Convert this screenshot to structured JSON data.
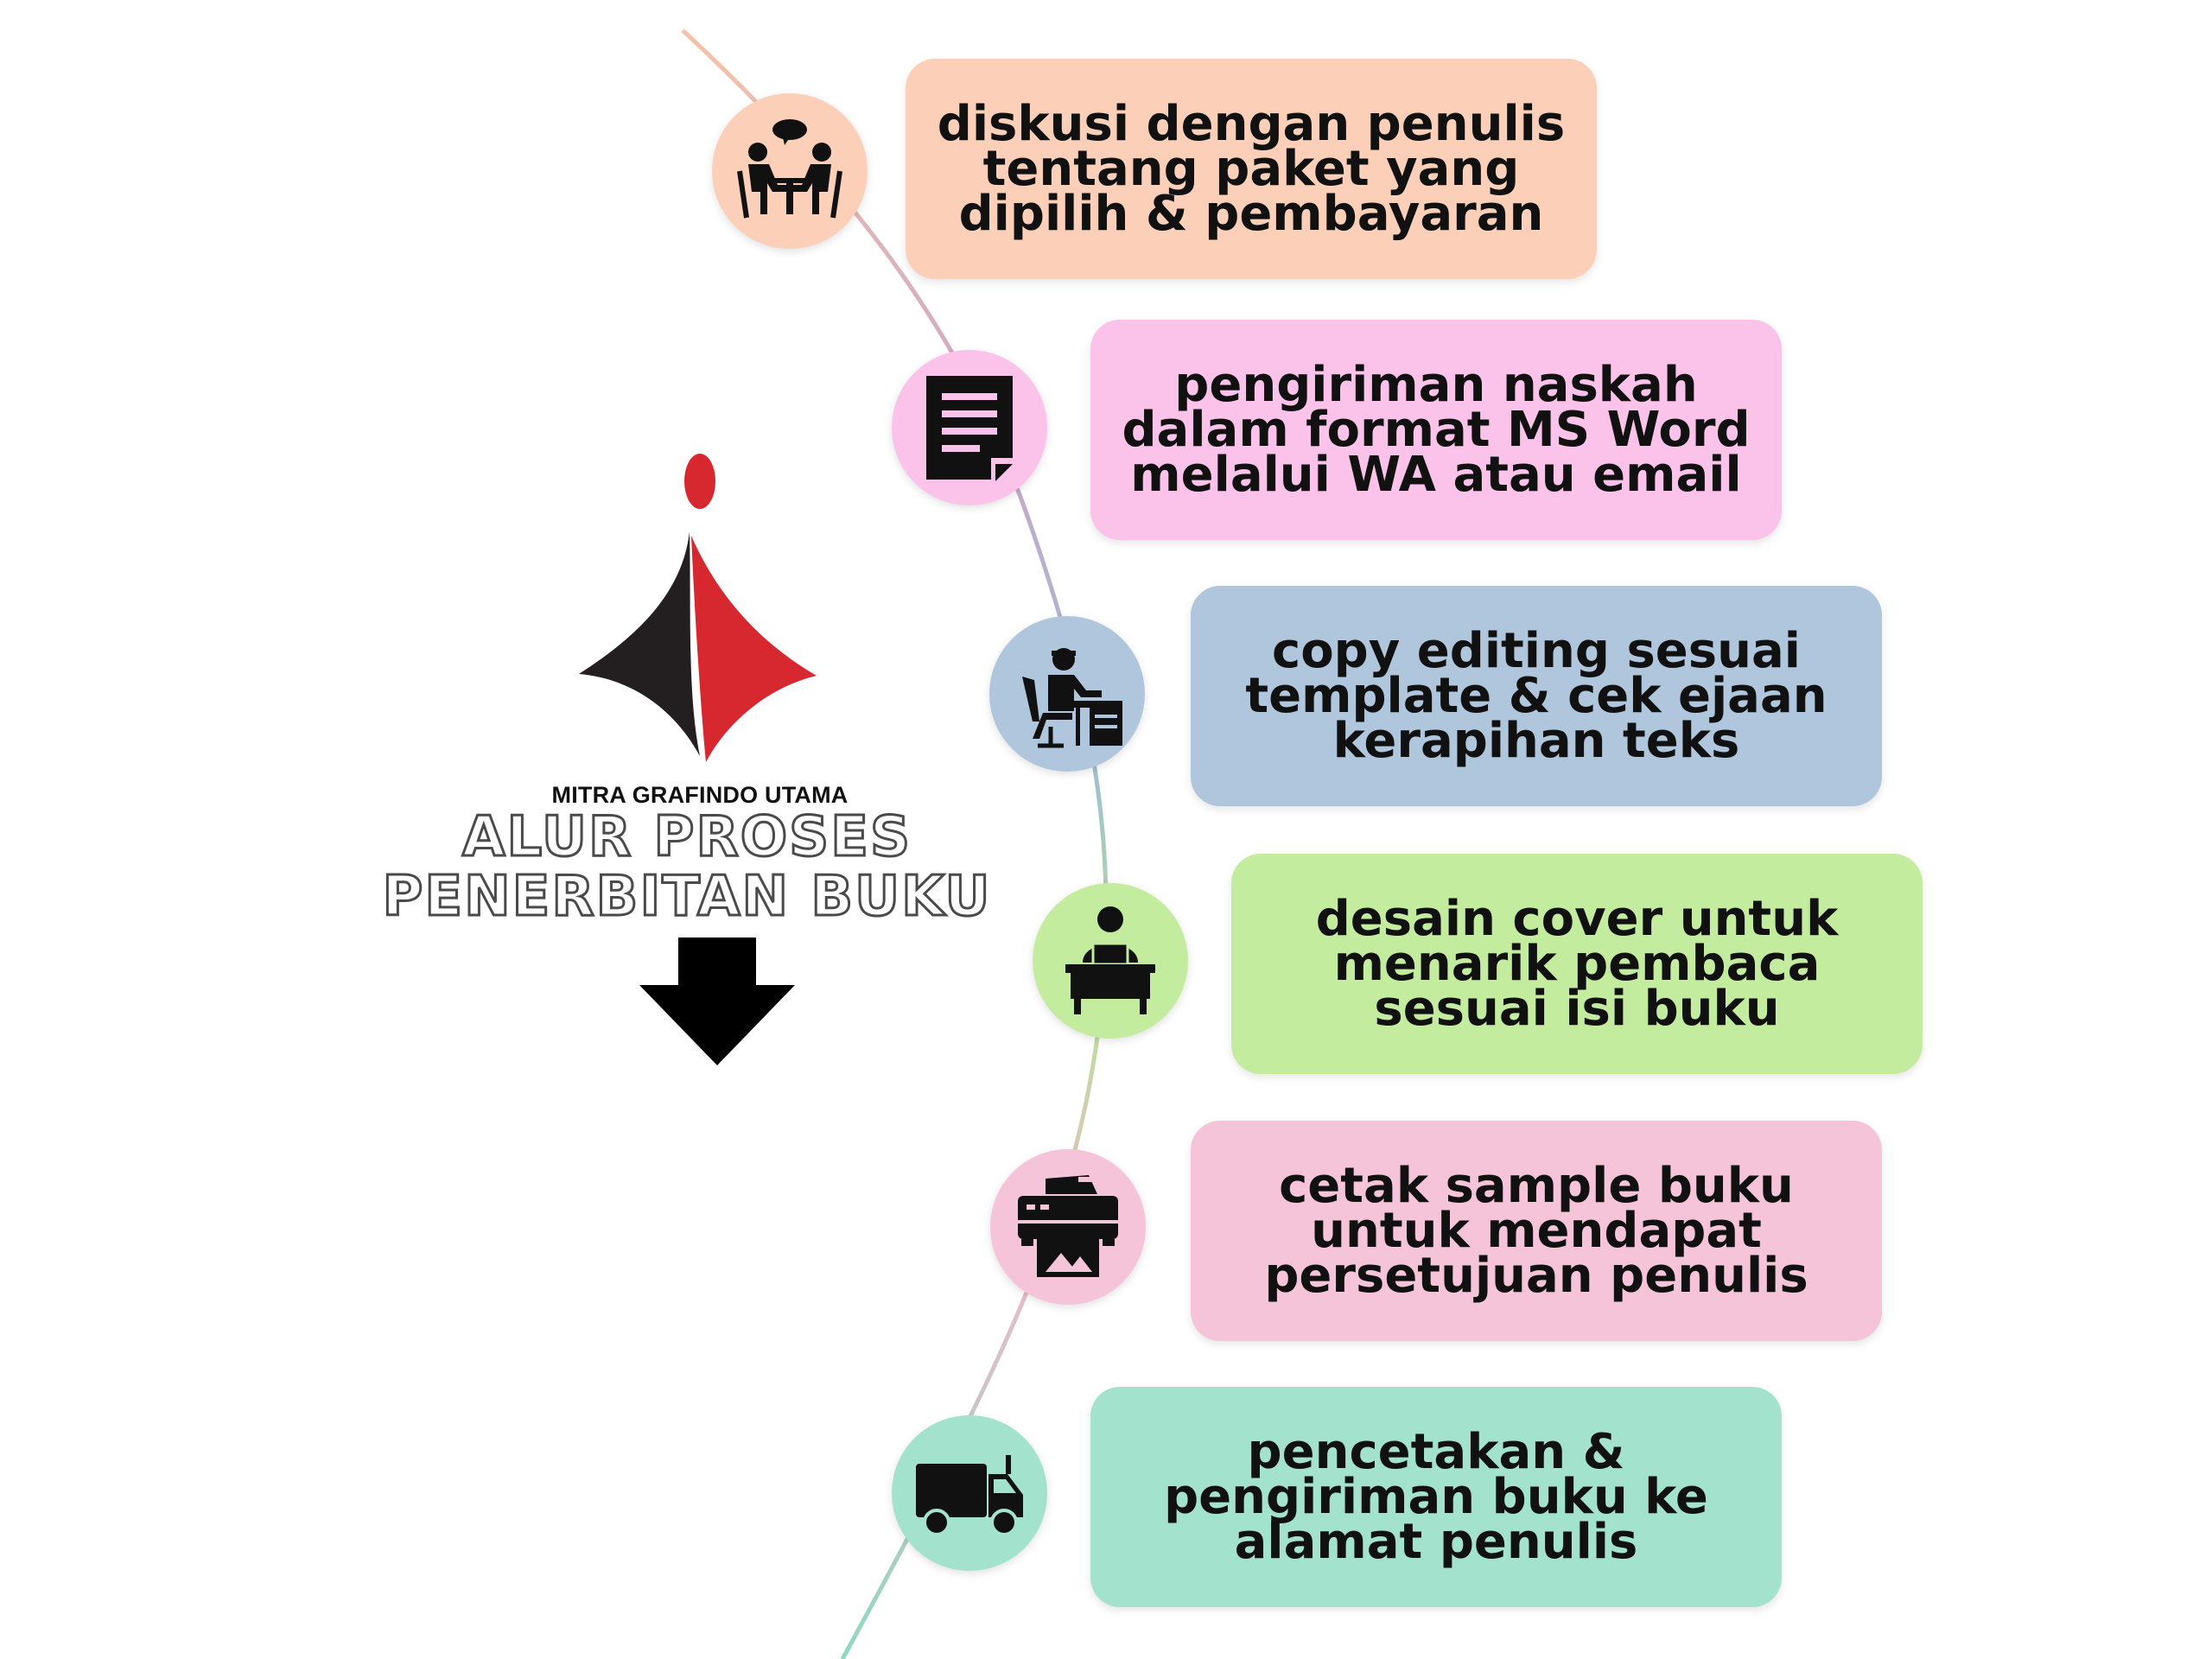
{
  "brand": {
    "name": "MITRA GRAFINDO UTAMA"
  },
  "title": {
    "line1": "ALUR PROSES",
    "line2": "PENERBITAN BUKU"
  },
  "colors": {
    "logo_red": "#d8282f",
    "logo_dark": "#231f20",
    "step1": "#fcd0b8",
    "step2": "#fbc3ea",
    "step3": "#b0c6dc",
    "step4": "#c4ec9e",
    "step5": "#f5c4d8",
    "step6": "#a3e3cd"
  },
  "steps": [
    {
      "text": "diskusi dengan penulis\ntentang paket yang\ndipilih & pembayaran",
      "icon": "meeting-icon"
    },
    {
      "text": "pengiriman naskah\ndalam format MS Word\nmelalui WA atau email",
      "icon": "document-icon"
    },
    {
      "text": "copy editing sesuai\ntemplate & cek ejaan\nkerapihan teks",
      "icon": "editor-desk-icon"
    },
    {
      "text": "desain cover untuk\nmenarik pembaca\nsesuai isi buku",
      "icon": "designer-laptop-icon"
    },
    {
      "text": "cetak sample buku\nuntuk mendapat\npersetujuan penulis",
      "icon": "printer-icon"
    },
    {
      "text": "pencetakan &\npengiriman buku ke\nalamat penulis",
      "icon": "delivery-truck-icon"
    }
  ]
}
